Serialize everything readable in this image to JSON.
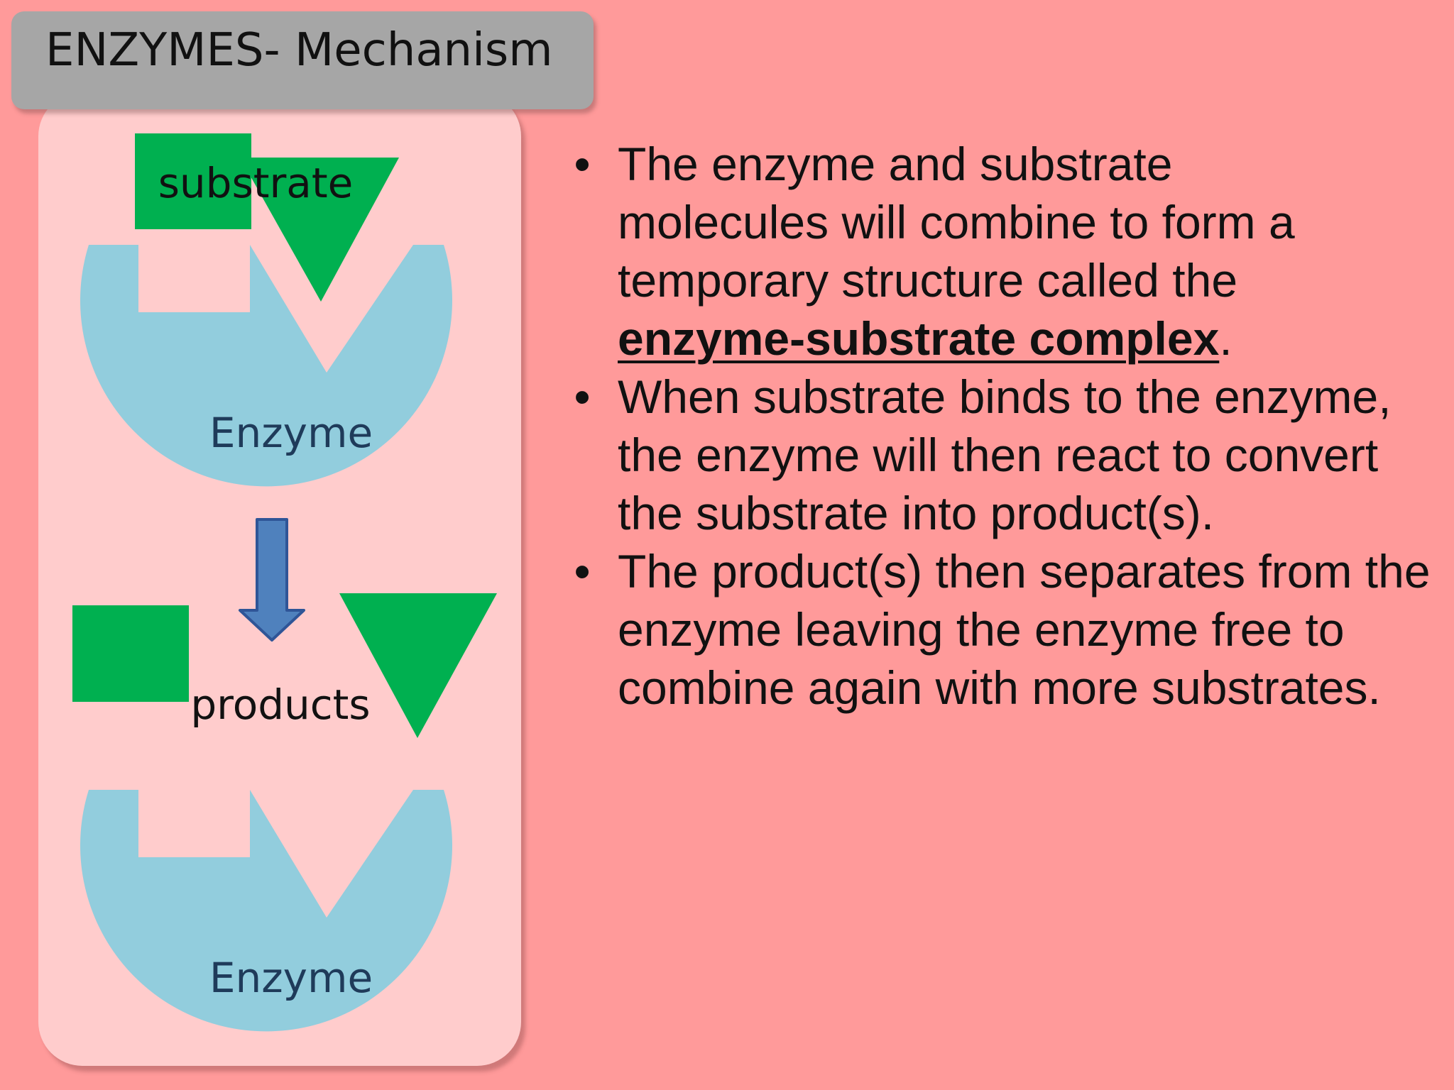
{
  "slide": {
    "title": "ENZYMES- Mechanism",
    "colors": {
      "background": "#ff9a9a",
      "panel": "#ffcccc",
      "title_box": "#a6a6a6",
      "enzyme": "#92cddd",
      "molecule": "#00b050",
      "arrow": "#4f81bd",
      "enzyme_label": "#1f3b5a"
    }
  },
  "diagram": {
    "substrate_label": "substrate",
    "enzyme_top_label": "Enzyme",
    "products_label": "products",
    "enzyme_bottom_label": "Enzyme",
    "icons": [
      "enzyme-shape",
      "square-molecule",
      "triangle-molecule",
      "down-arrow-icon"
    ]
  },
  "bullets": {
    "marker": "•",
    "item1_before": "The enzyme and substrate molecules will combine to form a temporary structure called the ",
    "item1_term": "enzyme-substrate complex",
    "item1_after": ".",
    "item2": "When substrate binds to the enzyme, the enzyme will then react to convert the substrate into product(s).",
    "item3": "The product(s) then separates from the enzyme leaving the enzyme free to combine again with more substrates."
  }
}
